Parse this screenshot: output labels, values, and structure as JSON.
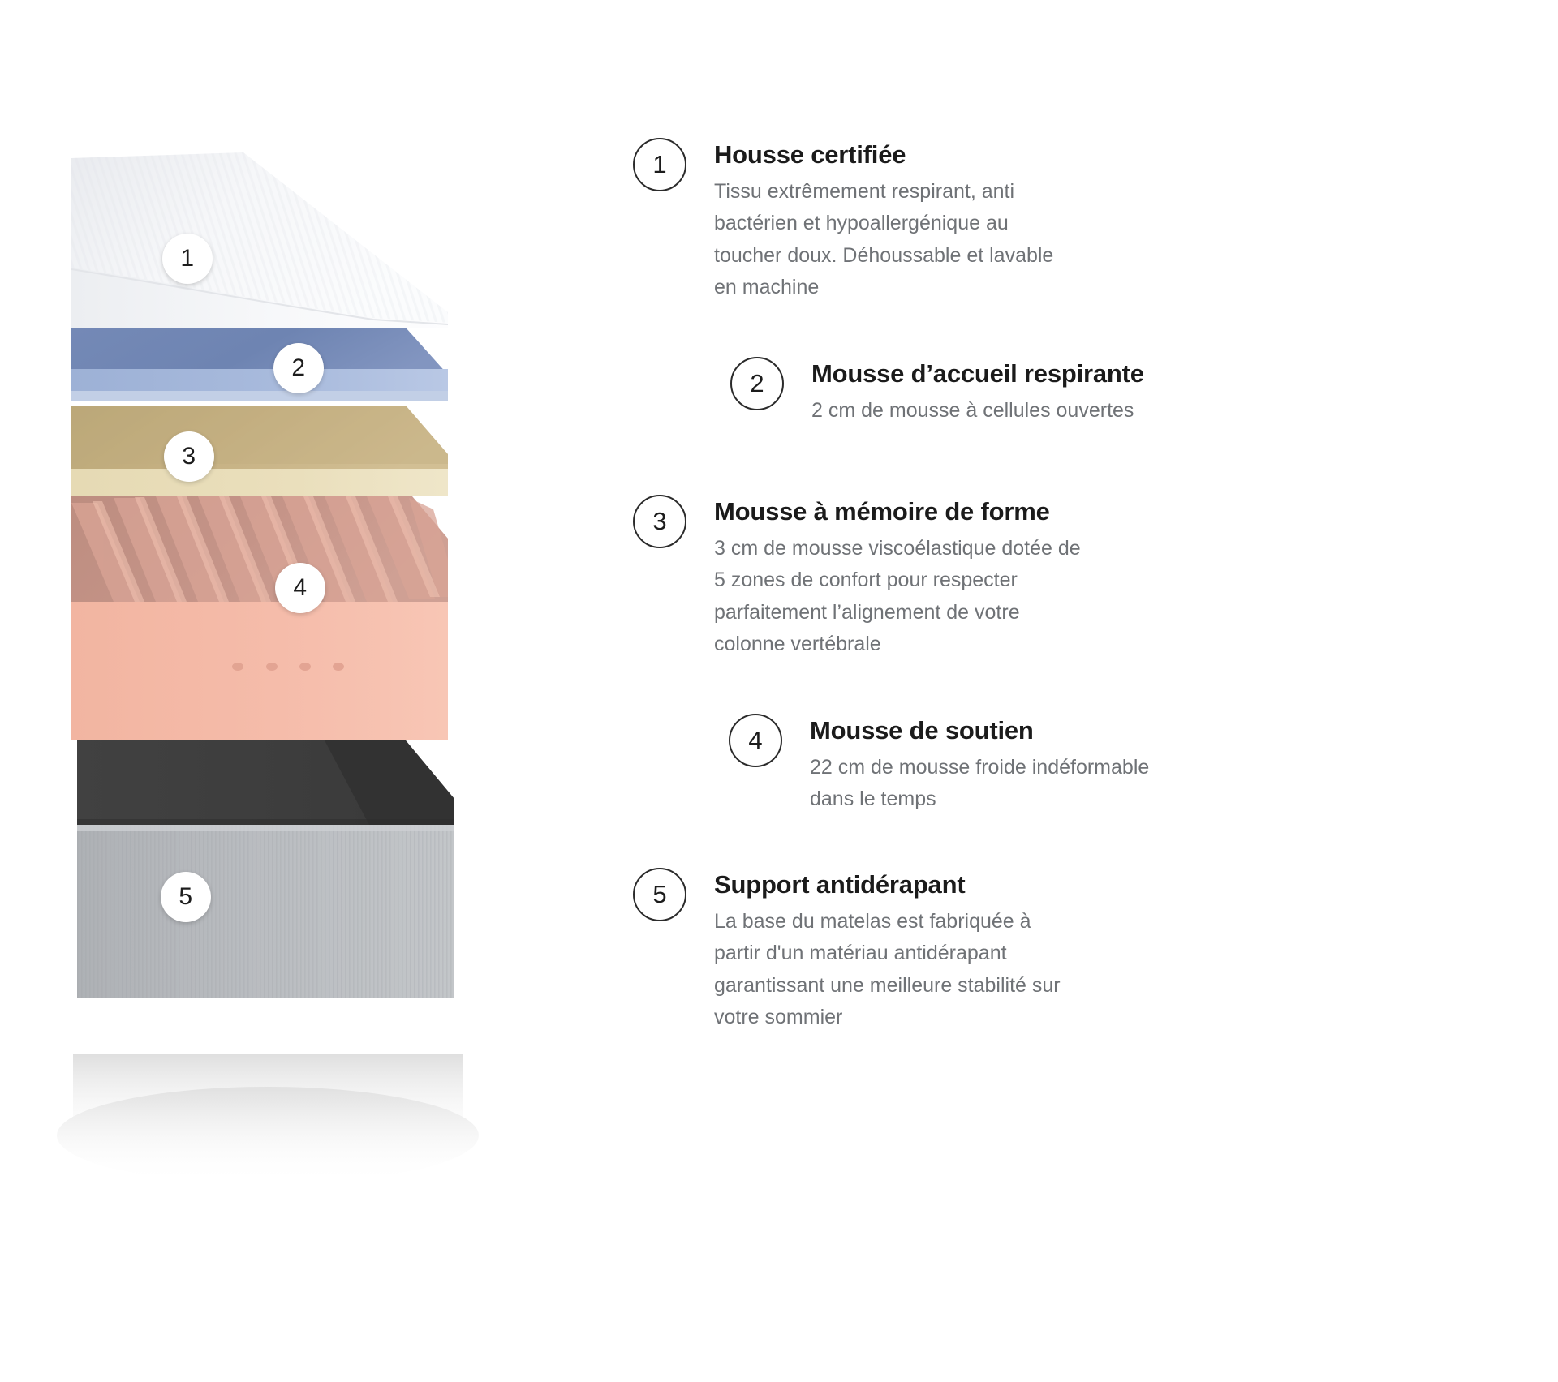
{
  "product": {
    "illustration_alt": "Vue éclatée des couches du matelas"
  },
  "layer_badges": [
    {
      "id": "1",
      "label": "1"
    },
    {
      "id": "2",
      "label": "2"
    },
    {
      "id": "3",
      "label": "3"
    },
    {
      "id": "4",
      "label": "4"
    },
    {
      "id": "5",
      "label": "5"
    }
  ],
  "features": [
    {
      "number": "1",
      "title": "Housse certifiée",
      "description": "Tissu extrêmement respirant, anti\nbactérien et hypoallergénique au\ntoucher doux. Déhoussable et lavable\nen machine"
    },
    {
      "number": "2",
      "title": "Mousse d’accueil respirante",
      "description": "2 cm de mousse à cellules ouvertes"
    },
    {
      "number": "3",
      "title": "Mousse à mémoire de forme",
      "description": "3 cm de mousse viscoélastique dotée de\n5 zones de confort pour respecter\nparfaitement l’alignement de votre\ncolonne vertébrale"
    },
    {
      "number": "4",
      "title": "Mousse de soutien",
      "description": "22 cm de mousse froide indéformable\ndans le temps"
    },
    {
      "number": "5",
      "title": "Support antidérapant",
      "description": "La base du matelas est fabriquée à\npartir d'un matériau antidérapant\ngarantissant une meilleure stabilité sur\nvotre sommier"
    }
  ],
  "colors": {
    "background": "#ffffff",
    "title_text": "#1b1b1b",
    "body_text": "#6f7276",
    "badge_border": "#2b2b2b",
    "layer_cover_top": "#f5f6f8",
    "layer_cover_side": "#e7e9ed",
    "layer_comfort_top": "#6f86b4",
    "layer_comfort_side": "#9fb3d8",
    "layer_comfort_edge": "#c2cfe6",
    "layer_memory_top": "#c4b183",
    "layer_memory_side": "#e3d6ae",
    "layer_support_top": "#c08e82",
    "layer_support_side": "#f0b3a0",
    "layer_base_dark": "#3d3d3d",
    "layer_base_dark2": "#343434",
    "layer_base_grey": "#b4b7ba"
  }
}
